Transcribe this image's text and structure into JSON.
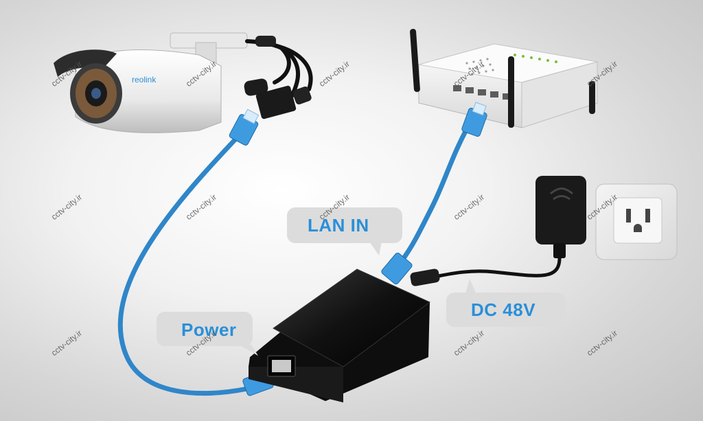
{
  "labels": {
    "lan_in": "LAN IN",
    "power": "Power",
    "dc": "DC 48V"
  },
  "camera": {
    "brand": "reolink",
    "icon": "bullet-camera-icon"
  },
  "router": {
    "icon": "wifi-router-icon"
  },
  "injector": {
    "icon": "poe-injector-icon"
  },
  "adapter": {
    "icon": "power-adapter-icon"
  },
  "outlet": {
    "icon": "wall-outlet-icon"
  },
  "watermark": "cctv-city.ir",
  "colors": {
    "cable": "#2f86c9",
    "label_text": "#2a8fd8",
    "bubble": "#dcdcdc",
    "injector_body": "#141414"
  }
}
